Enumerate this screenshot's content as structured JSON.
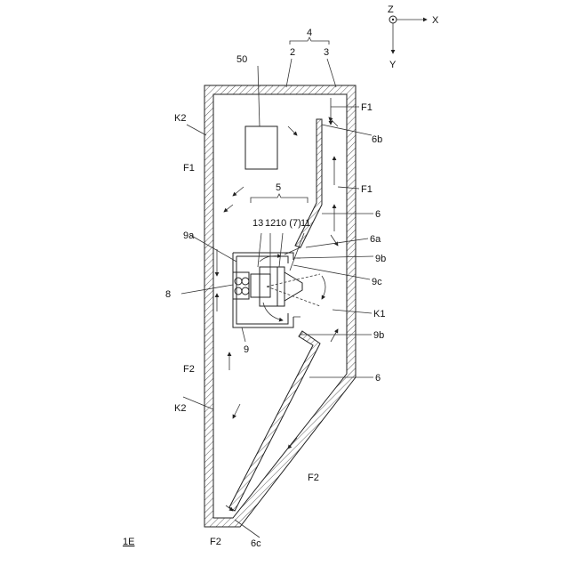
{
  "figure": {
    "id": "1E",
    "axes": {
      "z": "Z",
      "x": "X",
      "y": "Y"
    },
    "labels": {
      "n4": "4",
      "n2": "2",
      "n3": "3",
      "n50": "50",
      "n5": "5",
      "n13": "13",
      "n12": "12",
      "n10_7": "10 (7)",
      "n11": "11",
      "n6_top": "6",
      "n6_bottom": "6",
      "n6a": "6a",
      "n6b": "6b",
      "n6c": "6c",
      "n9a": "9a",
      "n9b_top": "9b",
      "n9b_bottom": "9b",
      "n9c": "9c",
      "n9": "9",
      "n8": "8",
      "K1": "K1",
      "K2_top": "K2",
      "K2_bottom": "K2",
      "F1_a": "F1",
      "F1_b": "F1",
      "F1_c": "F1",
      "F2_a": "F2",
      "F2_b": "F2",
      "F2_c": "F2"
    }
  }
}
